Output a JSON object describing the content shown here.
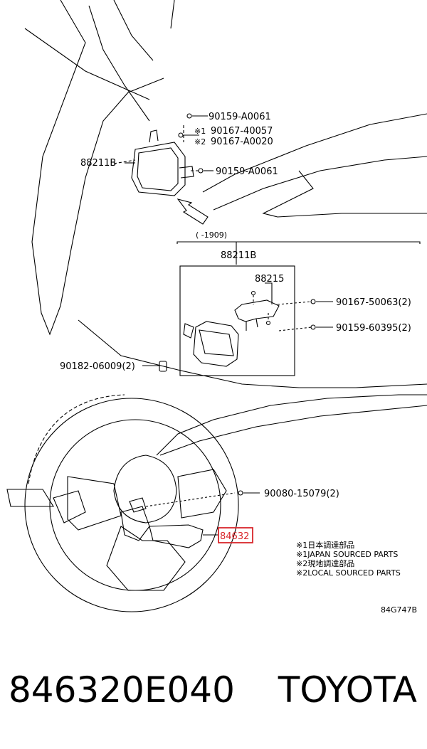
{
  "diagram": {
    "upper_labels": {
      "bolt_top": "90159-A0061",
      "note1_part": "90167-40057",
      "note2_part": "90167-A0020",
      "note1_mark": "※1",
      "note2_mark": "※2",
      "module": "88211B",
      "bolt_side": "90159-A0061"
    },
    "range_label": "(   -1909)",
    "detail_box": {
      "title": "88211B",
      "bracket": "88215",
      "screw_right_1": "90167-50063(2)",
      "screw_right_2": "90159-60395(2)",
      "clip_left": "90182-06009(2)"
    },
    "wheel_labels": {
      "bolt": "90080-15079(2)",
      "switch": "84632"
    },
    "notes": [
      "※1日本調達部品",
      "※1JAPAN SOURCED PARTS",
      "※2現地調達部品",
      "※2LOCAL SOURCED PARTS"
    ],
    "figure_code": "84G747B",
    "highlight_color": "#d9262b"
  },
  "footer": {
    "part_number": "846320E040",
    "brand": "TOYOTA"
  }
}
